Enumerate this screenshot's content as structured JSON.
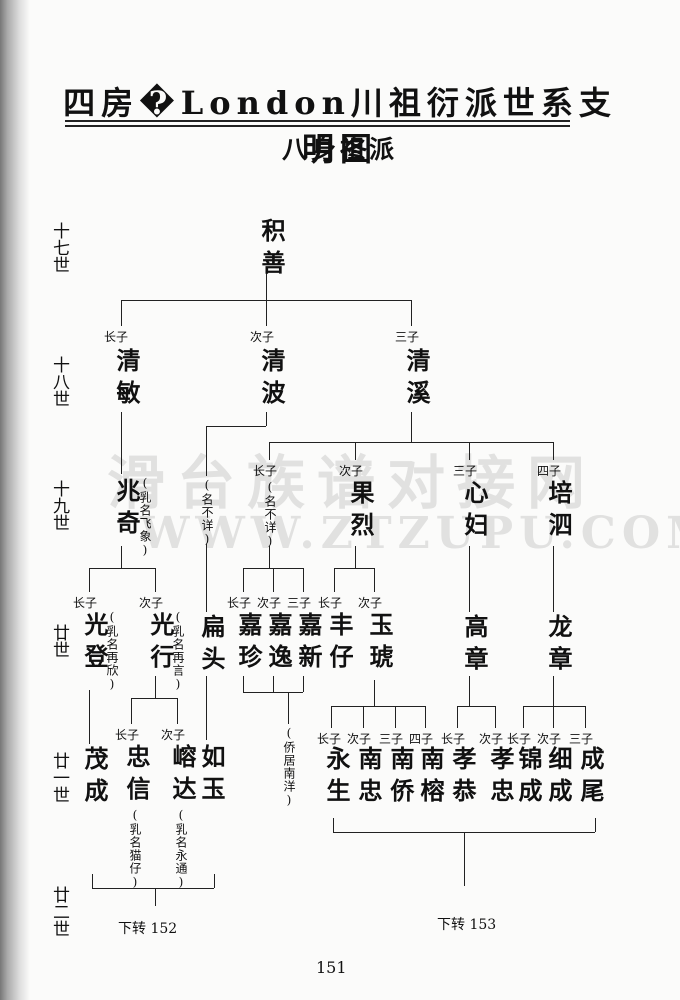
{
  "title": "四房�London川祖衍派世系支明图",
  "subtitle": "八身祖派",
  "watermark": {
    "cn": "滑台族谱对接网",
    "url": "WWW.ZTZUPU.COM"
  },
  "generations": [
    "十七世",
    "十八世",
    "十九世",
    "廿世",
    "廿一世",
    "廿二世"
  ],
  "ranks": {
    "r1": "长子",
    "r2": "次子",
    "r3": "三子",
    "r4": "四子"
  },
  "people": {
    "jishan": "积善",
    "qingmin": "清敏",
    "qingbo": "清波",
    "qingxi": "清溪",
    "zhaoqi": "兆奇",
    "zhaoqi_note": "(乳名飞象)",
    "qingbo_son_note": "(名不详)",
    "qingxi_son1_note": "(名不详)",
    "guolie": "果烈",
    "xinfu": "心妇",
    "peisi": "培泗",
    "guangdeng": "光登",
    "guangdeng_note": "(乳名再欣)",
    "guangxing": "光行",
    "guangxing_note": "(乳名再言)",
    "biantou": "扁头",
    "jiazhen": "嘉珍",
    "jiayi": "嘉逸",
    "jiaxin": "嘉新",
    "fengzai": "丰仔",
    "yuhu": "玉琥",
    "gaozhang": "高章",
    "longzhang": "龙章",
    "maocheng": "茂成",
    "zhongxin": "忠信",
    "zhongxin_note": "(乳名猫仔)",
    "rongda": "嵱达",
    "rongda_note": "(乳名永通)",
    "ruyu": "如玉",
    "nanyang_note": "(侨居南洋)",
    "yongsheng": "永生",
    "nanzhong": "南忠",
    "nanqiao": "南侨",
    "nanrong": "南榕",
    "xiaogong": "孝恭",
    "xiaozhong": "孝忠",
    "jincheng": "锦成",
    "xicheng": "细成",
    "chengwei": "成尾"
  },
  "footer": {
    "left": "下转 152",
    "right": "下转 153"
  },
  "page_number": "151"
}
